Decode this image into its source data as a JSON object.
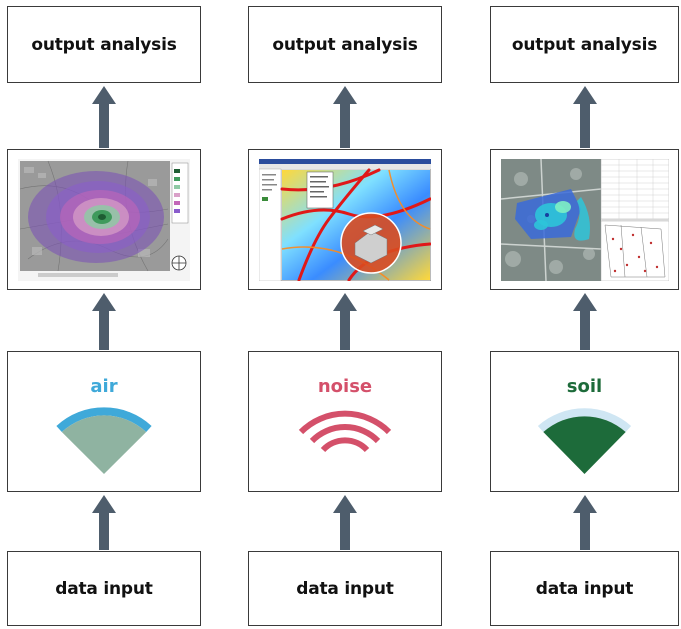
{
  "columns": [
    {
      "id": "air",
      "output_label": "output analysis",
      "input_label": "data input",
      "icon_label": "air",
      "icon_label_color": "#3fa9d9",
      "icon_name": "air-wave-sector-icon",
      "thumbnail_name": "air-dispersion-map",
      "thumbnail_caption": "",
      "colors": {
        "outer_band": "#3fa9d9",
        "inner_band": "#bfe0f2",
        "sector": "#8fb3a1"
      }
    },
    {
      "id": "noise",
      "output_label": "output analysis",
      "input_label": "data input",
      "icon_label": "noise",
      "icon_label_color": "#d4506a",
      "icon_name": "noise-wave-arcs-icon",
      "thumbnail_name": "noise-map-gis-window",
      "colors": {
        "arcs": "#d4506a"
      }
    },
    {
      "id": "soil",
      "output_label": "output analysis",
      "input_label": "data input",
      "icon_label": "soil",
      "icon_label_color": "#1d6b3a",
      "icon_name": "soil-wave-sector-icon",
      "thumbnail_name": "soil-contamination-map",
      "colors": {
        "outer_band": "#cfe6f3",
        "sector": "#1d6b3a"
      }
    }
  ],
  "colors": {
    "arrow": "#4e5d6c",
    "border": "#3a3a3a"
  }
}
